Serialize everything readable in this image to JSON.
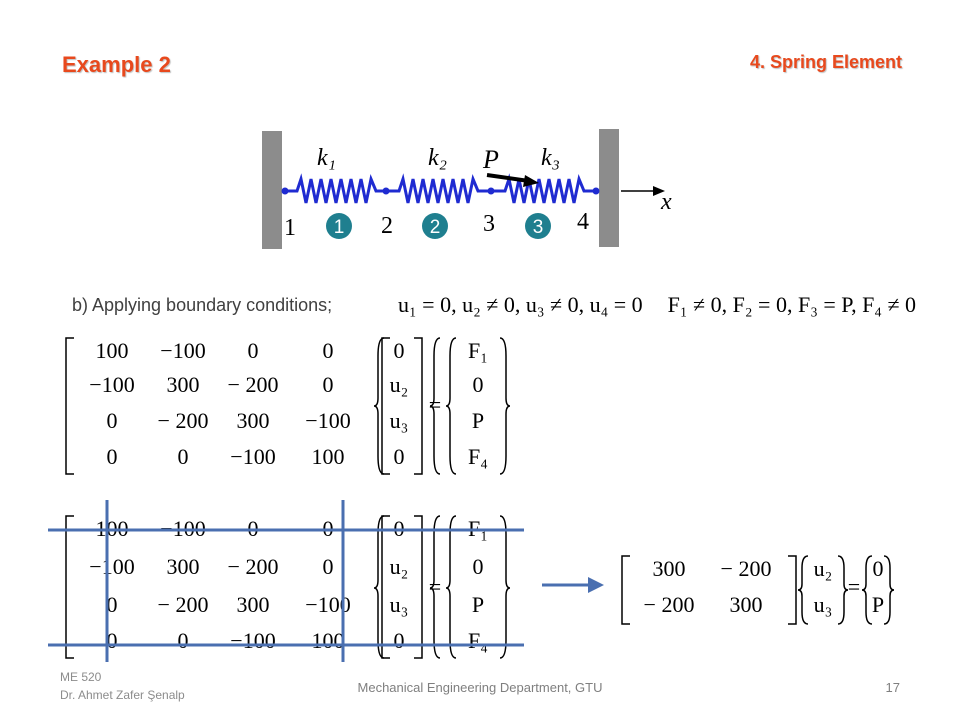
{
  "slide": {
    "title": "Example 2",
    "section": "4. Spring Element",
    "bc_label": "b) Applying boundary conditions;",
    "bc_u": [
      "u₁ = 0,",
      "u₂ ≠ 0,",
      "u₃ ≠ 0,",
      "u₄ = 0"
    ],
    "bc_f": [
      "F₁ ≠ 0,",
      "F₂ = 0,",
      "F₃ = P,",
      "F₄ ≠ 0"
    ]
  },
  "diagram": {
    "spring_labels": [
      "k₁",
      "k₂",
      "k₃"
    ],
    "force_label": "P",
    "axis_label": "x",
    "node_numbers": [
      "1",
      "2",
      "3",
      "4"
    ],
    "element_numbers": [
      "1",
      "2",
      "3"
    ],
    "colors": {
      "spring": "#1f2bd1",
      "wall": "#8c8c8c",
      "element_badge": "#1f7f8f",
      "axis": "#000000"
    }
  },
  "matrix1": {
    "K": [
      [
        "100",
        "−100",
        "0",
        "0"
      ],
      [
        "−100",
        "300",
        "− 200",
        "0"
      ],
      [
        "0",
        "− 200",
        "300",
        "−100"
      ],
      [
        "0",
        "0",
        "−100",
        "100"
      ]
    ],
    "u": [
      "0",
      "u₂",
      "u₃",
      "0"
    ],
    "equals": "=",
    "F": [
      "F₁",
      "0",
      "P",
      "F₄"
    ]
  },
  "matrix2": {
    "K": [
      [
        "100",
        "−100",
        "0",
        "0"
      ],
      [
        "−100",
        "300",
        "− 200",
        "0"
      ],
      [
        "0",
        "− 200",
        "300",
        "−100"
      ],
      [
        "0",
        "0",
        "−100",
        "100"
      ]
    ],
    "u": [
      "0",
      "u₂",
      "u₃",
      "0"
    ],
    "equals": "=",
    "F": [
      "F₁",
      "0",
      "P",
      "F₄"
    ],
    "line_color": "#4a6fb0"
  },
  "reduced": {
    "K": [
      [
        "300",
        "− 200"
      ],
      [
        "− 200",
        "300"
      ]
    ],
    "u": [
      "u₂",
      "u₃"
    ],
    "equals": "=",
    "F": [
      "0",
      "P"
    ]
  },
  "footer": {
    "course": "ME 520",
    "author": "Dr. Ahmet Zafer Şenalp",
    "department": "Mechanical Engineering Department,  GTU",
    "page": "17"
  }
}
